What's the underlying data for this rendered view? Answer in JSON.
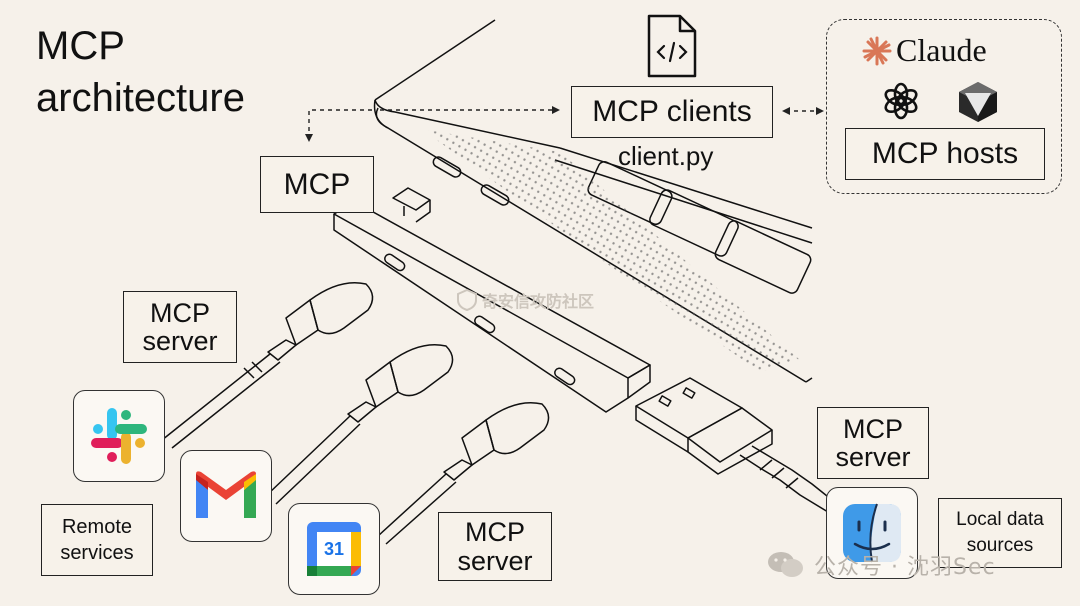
{
  "title": {
    "line1": "MCP",
    "line2": "architecture"
  },
  "labels": {
    "mcp": "MCP",
    "mcp_clients": "MCP clients",
    "client_file": "client.py",
    "mcp_hosts": "MCP hosts",
    "claude": "Claude",
    "server_top": {
      "line1": "MCP",
      "line2": "server"
    },
    "server_bottom": {
      "line1": "MCP",
      "line2": "server"
    },
    "server_right": {
      "line1": "MCP",
      "line2": "server"
    },
    "remote_services": {
      "line1": "Remote",
      "line2": "services"
    },
    "local_data": {
      "line1": "Local data",
      "line2": "sources"
    }
  },
  "icons": {
    "code_file": "code-file-icon",
    "claude": "claude-logo-icon",
    "openai": "openai-logo-icon",
    "cursor": "cursor-logo-icon",
    "slack": "slack-logo-icon",
    "gmail": "gmail-logo-icon",
    "calendar": "google-calendar-icon",
    "finder": "finder-icon"
  },
  "calendar_day": "31",
  "watermarks": {
    "center": "奇安信攻防社区",
    "corner": "公众号 · 沈羽Sec"
  },
  "colors": {
    "background": "#f6f1ea",
    "claude_orange": "#d97757",
    "slack": [
      "#36c5f0",
      "#2eb67d",
      "#ecb22e",
      "#e01e5a"
    ],
    "gmail": [
      "#4285f4",
      "#34a853",
      "#fbbc04",
      "#ea4335"
    ],
    "finder_blue": "#3f9ae8"
  }
}
